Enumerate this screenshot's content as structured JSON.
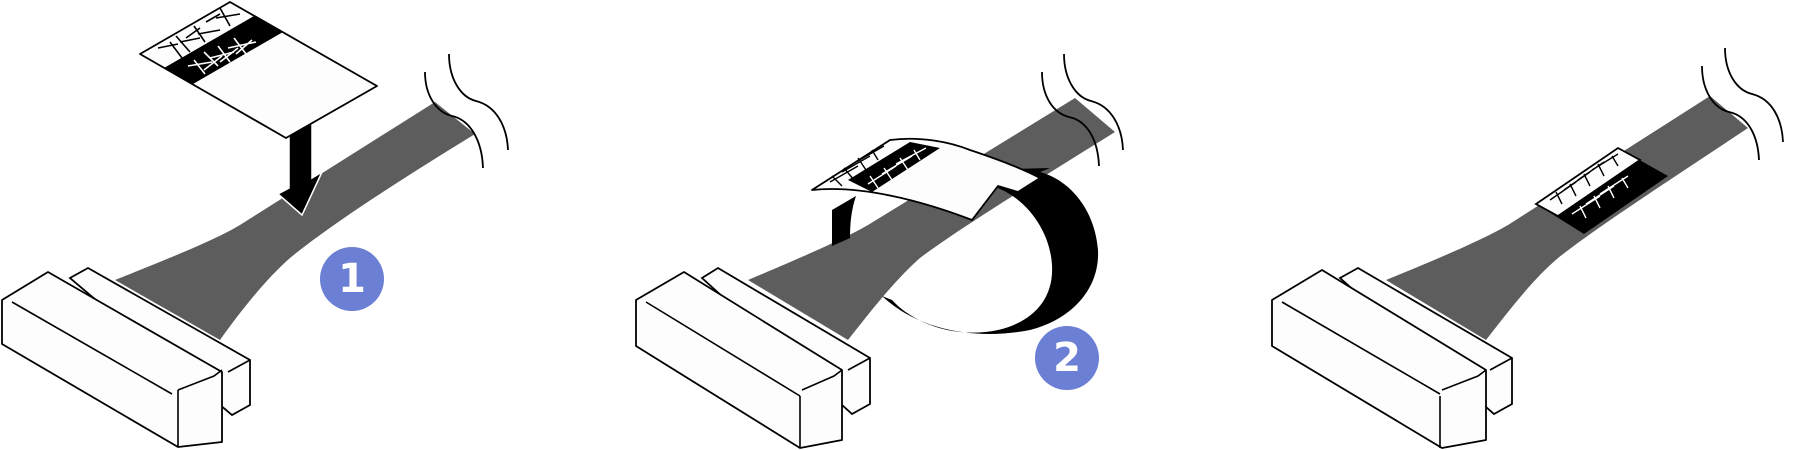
{
  "figure": {
    "description": "Three-step illustration of attaching a cable label to a flat ribbon cable",
    "panels": [
      {
        "id": "panel-1",
        "step_badge": "1",
        "action": "place label onto cable"
      },
      {
        "id": "panel-2",
        "step_badge": "2",
        "action": "wrap label around cable"
      },
      {
        "id": "panel-3",
        "step_badge": "",
        "action": "label attached"
      }
    ],
    "label_marks": "XXXX",
    "colors": {
      "cable": "#5e5d5e",
      "badge": "#6b7fd4",
      "outline": "#000000",
      "connector_fill": "#fdfdfd",
      "label_band": "#000000"
    }
  }
}
